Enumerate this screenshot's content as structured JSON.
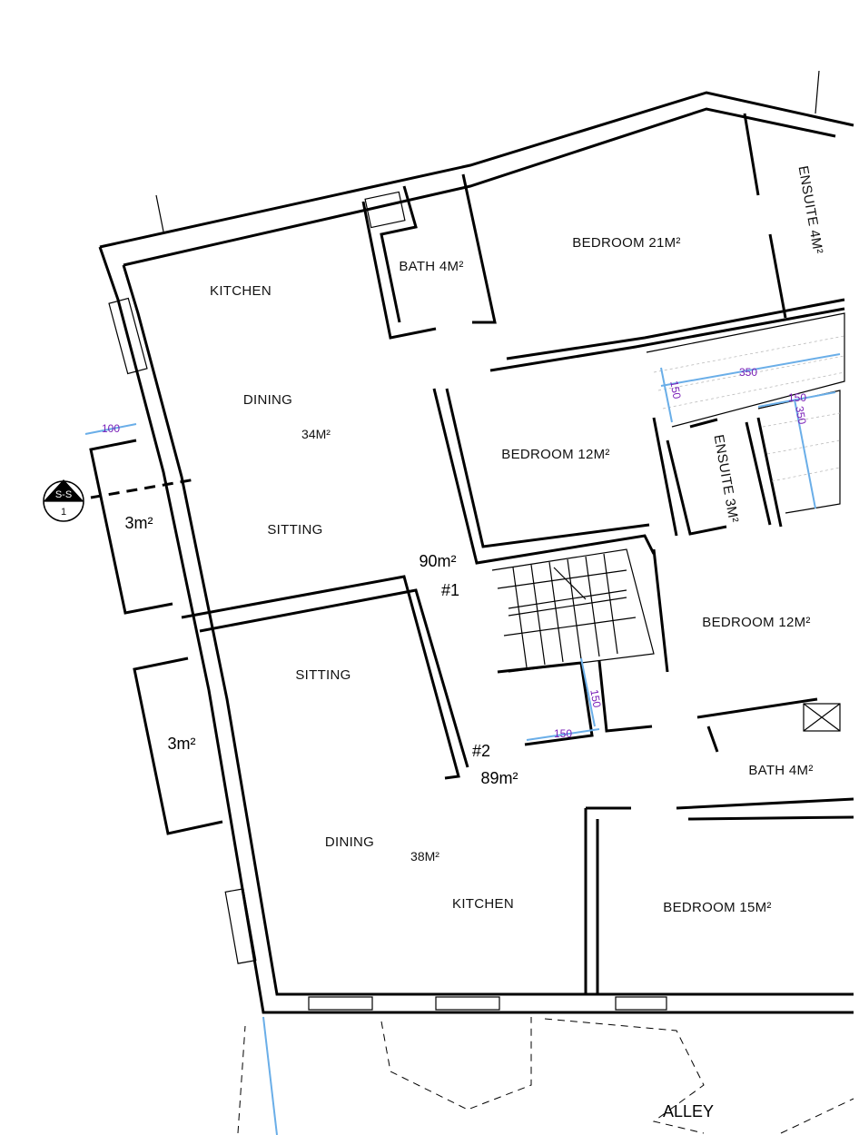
{
  "rooms": {
    "kitchen1": "KITCHEN",
    "dining1": "DINING",
    "area1": "34M²",
    "sitting1": "SITTING",
    "bath1": "BATH 4M²",
    "bedroom21": "BEDROOM 21M²",
    "ensuite4": "ENSUITE 4M²",
    "bedroom12a": "BEDROOM 12M²",
    "ensuite3": "ENSUITE 3M²",
    "bedroom12b": "BEDROOM 12M²",
    "bath2": "BATH 4M²",
    "sitting2": "SITTING",
    "dining2": "DINING",
    "area2": "38M²",
    "kitchen2": "KITCHEN",
    "bedroom15": "BEDROOM 15M²"
  },
  "balconies": {
    "b1": "3m²",
    "b2": "3m²"
  },
  "units": {
    "u1_area": "90m²",
    "u1_id": "#1",
    "u2_id": "#2",
    "u2_area": "89m²"
  },
  "dimensions": {
    "d100": "100",
    "d150a": "150",
    "d350a": "350",
    "d150b": "150",
    "d350b": "350",
    "d150c": "150",
    "d150d": "150"
  },
  "section_marker": {
    "top": "S-S",
    "bottom": "1"
  },
  "street": "ALLEY"
}
